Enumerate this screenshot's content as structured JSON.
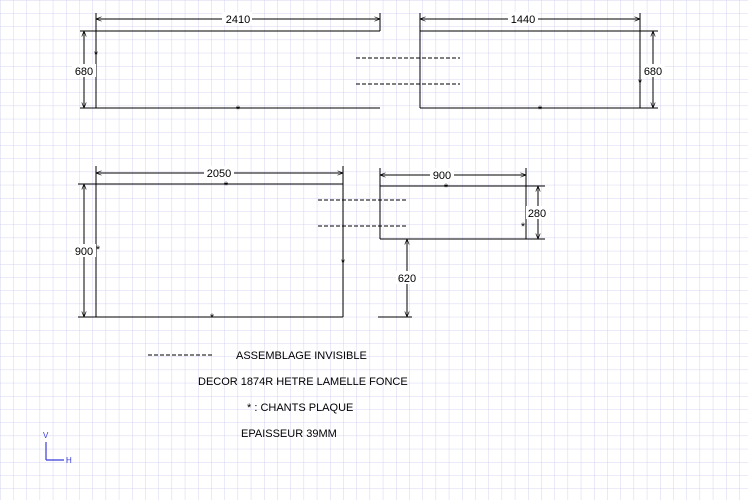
{
  "dimensions": {
    "top_left_width": "2410",
    "top_left_height": "680",
    "top_right_width": "1440",
    "top_right_height": "680",
    "bottom_left_width": "2050",
    "bottom_left_height": "900",
    "bottom_right_width": "900",
    "bottom_right_height": "280",
    "bottom_right_offset": "620"
  },
  "edge_marker": "*",
  "legend": {
    "dash_sample": "-----------",
    "assembly": "ASSEMBLAGE INVISIBLE",
    "decor": "DECOR 1874R HETRE LAMELLE FONCE",
    "edges": "* : CHANTS PLAQUE",
    "thickness": "EPAISSEUR 39MM"
  },
  "axes": {
    "vertical": "V",
    "horizontal": "H"
  },
  "colors": {
    "grid": "#c9c9ef",
    "axis": "#3b3bd6",
    "ink": "#000000"
  }
}
